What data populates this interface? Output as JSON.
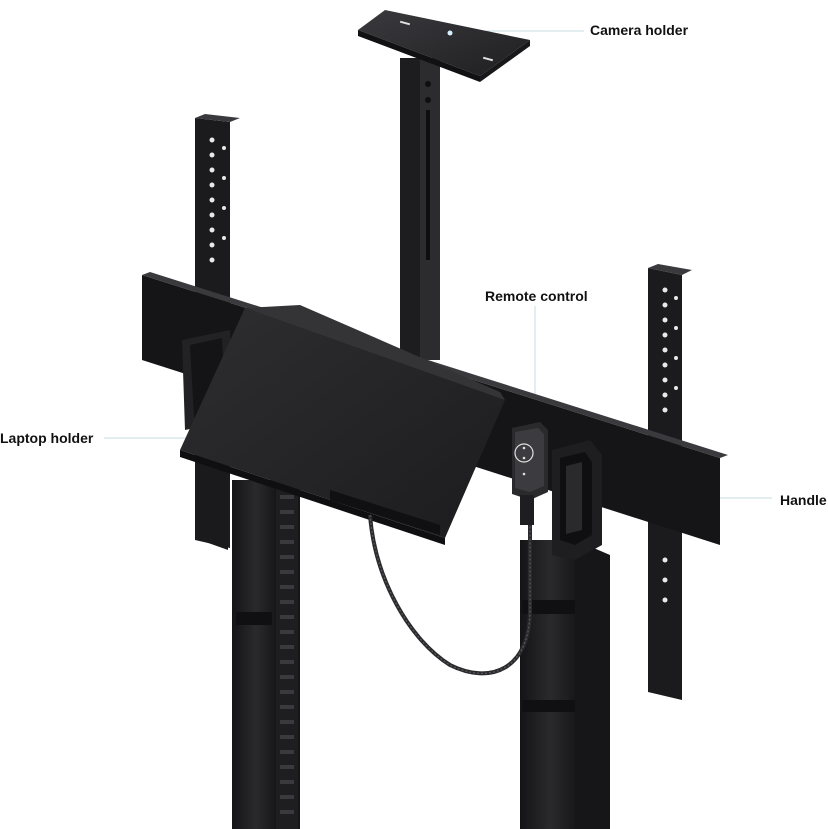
{
  "labels": {
    "camera_holder": "Camera holder",
    "remote_control": "Remote control",
    "laptop_holder": "Laptop holder",
    "handle": "Handle"
  },
  "colors": {
    "metal_dark": "#1b1b1d",
    "metal_mid": "#2a2a2d",
    "metal_light": "#3a3a3e",
    "leader_line": "#c9dbe0",
    "label_text": "#111111",
    "background": "#ffffff"
  }
}
